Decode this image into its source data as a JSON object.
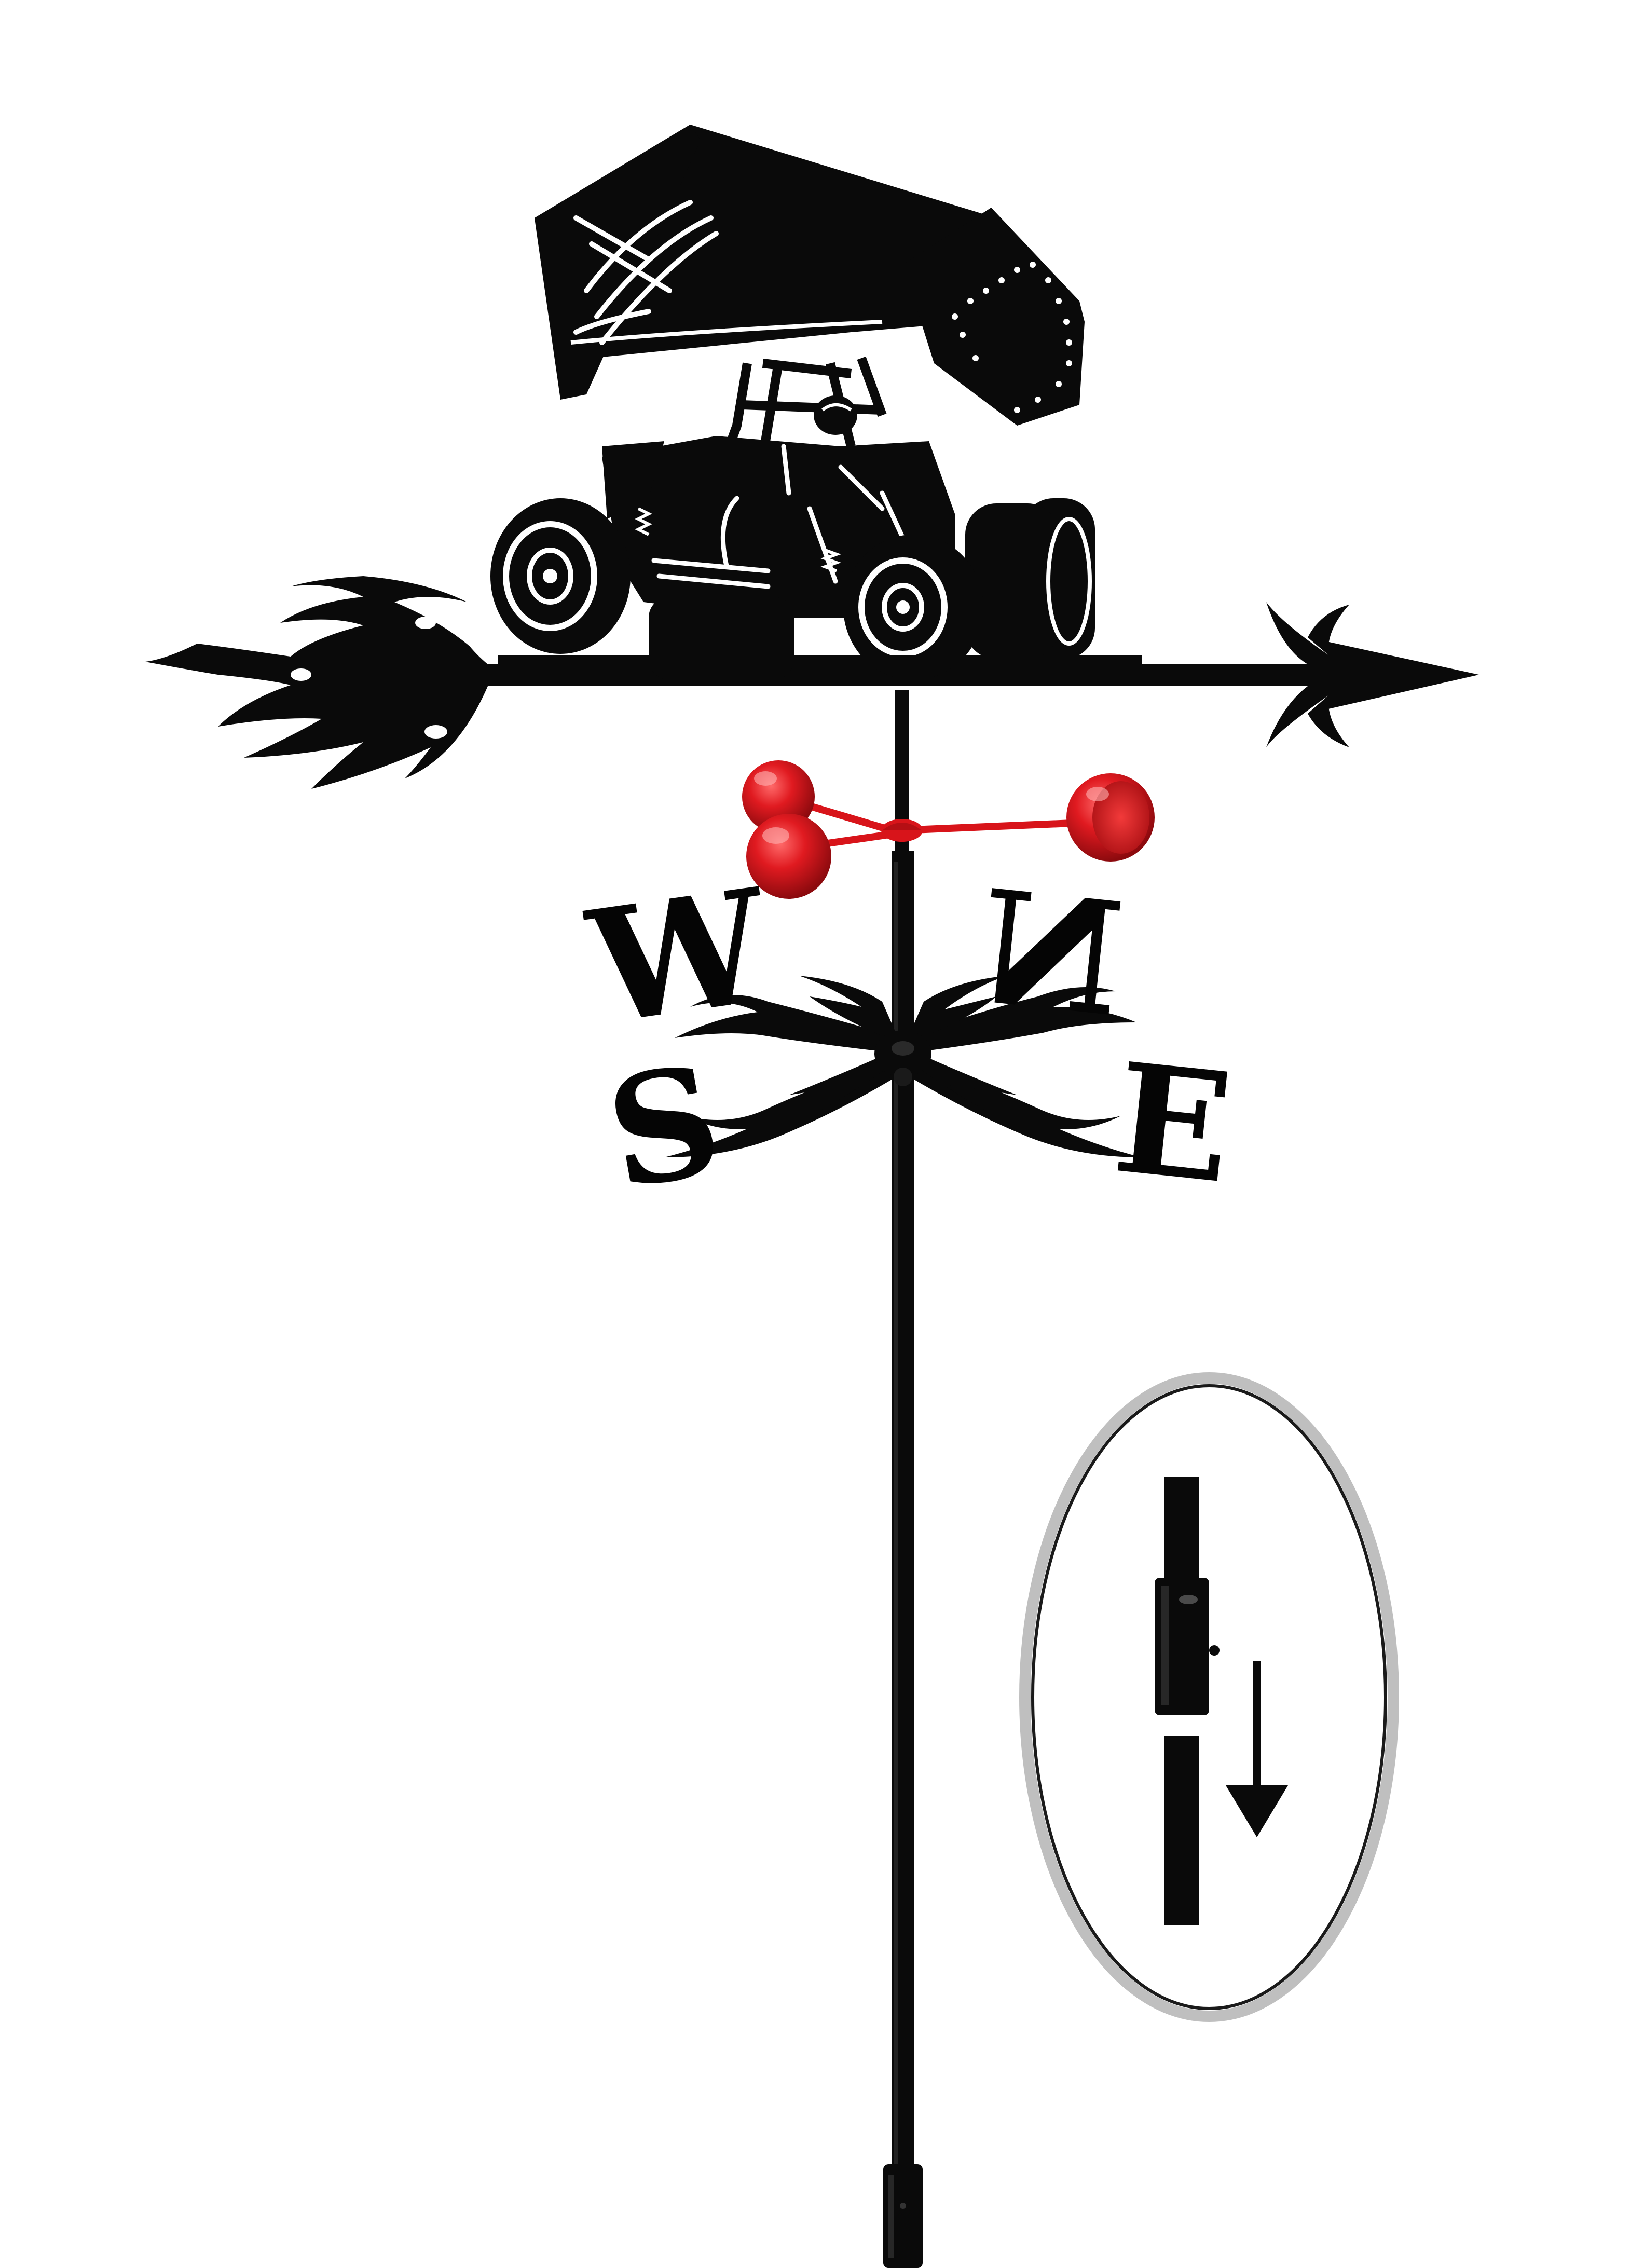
{
  "product": {
    "type": "weathervane",
    "topper": "sprint-car",
    "colors": {
      "body": "#0a0a0a",
      "cups": "#d8141a",
      "background": "#ffffff"
    }
  },
  "compass": {
    "west": "W",
    "south": "S",
    "north": "N",
    "east": "E"
  },
  "inset": {
    "shows": "pole-joint",
    "arrow_icon": "arrow-down-icon"
  }
}
